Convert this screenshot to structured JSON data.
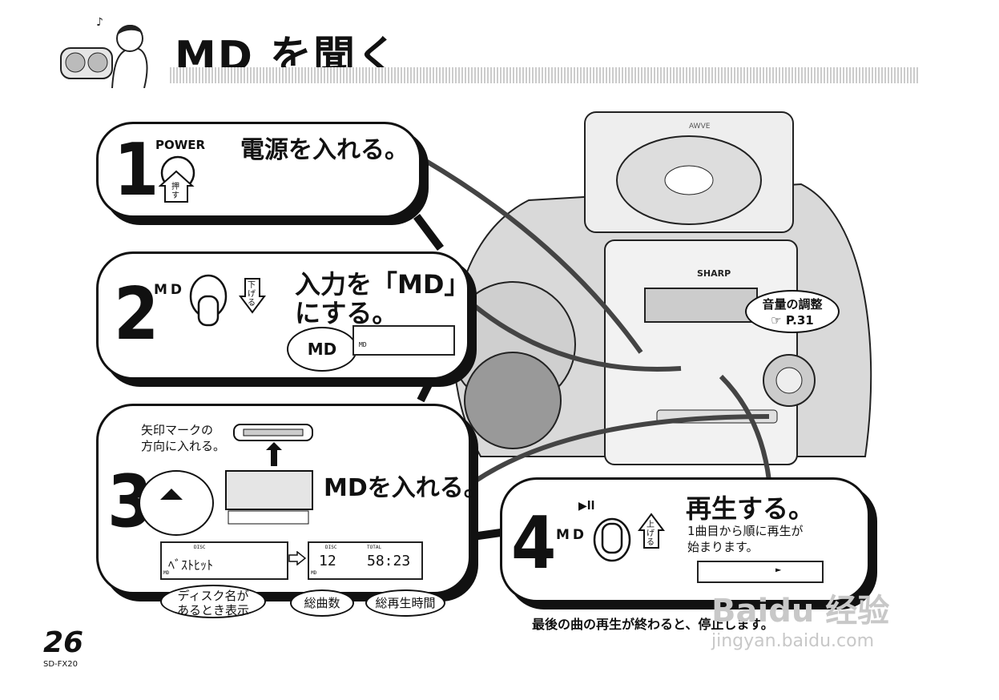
{
  "page": {
    "title": "MD を聞く",
    "page_number": "26",
    "model": "SD-FX20"
  },
  "step1": {
    "number": "1",
    "button_label": "POWER",
    "push_label": "押す",
    "instruction": "電源を入れる。"
  },
  "step2": {
    "number": "2",
    "switch_label": "MD",
    "down_label": "下げる",
    "instruction_line1": "入力を「MD」",
    "instruction_line2": "にする。",
    "display_bubble": "MD",
    "display_text": "MD"
  },
  "step3": {
    "number": "3",
    "note_line1": "矢印マークの",
    "note_line2": "方向に入れる。",
    "instruction": "MDを入れる。",
    "lcd1": {
      "top": "DISC",
      "text": "ﾍﾞｽﾄﾋｯﾄ",
      "corner": "MD"
    },
    "lcd2": {
      "disc_label": "DISC",
      "total_label": "TOTAL",
      "tracks": "12",
      "time": "58:23",
      "corner": "MD"
    },
    "callout_disc_name_line1": "ディスク名が",
    "callout_disc_name_line2": "あるとき表示",
    "callout_tracks": "総曲数",
    "callout_total_time": "総再生時間"
  },
  "step4": {
    "number": "4",
    "switch_label": "MD",
    "up_label": "上げる",
    "instruction": "再生する。",
    "desc_line1": "1曲目から順に再生が",
    "desc_line2": "始まります。"
  },
  "volume_callout": {
    "line1": "音量の調整",
    "ref": "P.31"
  },
  "device": {
    "brand": "SHARP",
    "logo": "AWVE"
  },
  "footer_note": "最後の曲の再生が終わると、停止します。",
  "watermark": {
    "line1": "Baidu 经验",
    "line2": "jingyan.baidu.com"
  }
}
